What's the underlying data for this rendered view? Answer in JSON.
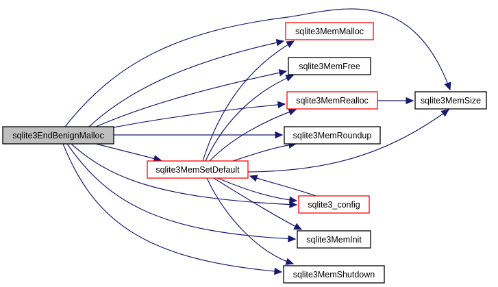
{
  "diagram": {
    "type": "call-graph",
    "colors": {
      "edge": "#191970",
      "root_fill": "#bfbfbf",
      "node_fill": "#ffffff",
      "border_default": "#000000",
      "border_truncated": "#ff0000"
    },
    "nodes": [
      {
        "id": "sqlite3EndBenignMalloc",
        "label": "sqlite3EndBenignMalloc",
        "role": "root"
      },
      {
        "id": "sqlite3MemMalloc",
        "label": "sqlite3MemMalloc",
        "role": "truncated"
      },
      {
        "id": "sqlite3MemFree",
        "label": "sqlite3MemFree",
        "role": "normal"
      },
      {
        "id": "sqlite3MemRealloc",
        "label": "sqlite3MemRealloc",
        "role": "truncated"
      },
      {
        "id": "sqlite3MemSize",
        "label": "sqlite3MemSize",
        "role": "normal"
      },
      {
        "id": "sqlite3MemRoundup",
        "label": "sqlite3MemRoundup",
        "role": "normal"
      },
      {
        "id": "sqlite3MemSetDefault",
        "label": "sqlite3MemSetDefault",
        "role": "truncated"
      },
      {
        "id": "sqlite3_config",
        "label": "sqlite3_config",
        "role": "truncated"
      },
      {
        "id": "sqlite3MemInit",
        "label": "sqlite3MemInit",
        "role": "normal"
      },
      {
        "id": "sqlite3MemShutdown",
        "label": "sqlite3MemShutdown",
        "role": "normal"
      }
    ],
    "edges": [
      {
        "from": "sqlite3EndBenignMalloc",
        "to": "sqlite3MemSize"
      },
      {
        "from": "sqlite3EndBenignMalloc",
        "to": "sqlite3MemMalloc"
      },
      {
        "from": "sqlite3EndBenignMalloc",
        "to": "sqlite3MemFree"
      },
      {
        "from": "sqlite3EndBenignMalloc",
        "to": "sqlite3MemRealloc"
      },
      {
        "from": "sqlite3EndBenignMalloc",
        "to": "sqlite3MemRoundup"
      },
      {
        "from": "sqlite3EndBenignMalloc",
        "to": "sqlite3MemSetDefault"
      },
      {
        "from": "sqlite3EndBenignMalloc",
        "to": "sqlite3_config"
      },
      {
        "from": "sqlite3EndBenignMalloc",
        "to": "sqlite3MemInit"
      },
      {
        "from": "sqlite3EndBenignMalloc",
        "to": "sqlite3MemShutdown"
      },
      {
        "from": "sqlite3MemRealloc",
        "to": "sqlite3MemSize"
      },
      {
        "from": "sqlite3MemSetDefault",
        "to": "sqlite3MemMalloc"
      },
      {
        "from": "sqlite3MemSetDefault",
        "to": "sqlite3MemFree"
      },
      {
        "from": "sqlite3MemSetDefault",
        "to": "sqlite3MemRealloc"
      },
      {
        "from": "sqlite3MemSetDefault",
        "to": "sqlite3MemRoundup"
      },
      {
        "from": "sqlite3MemSetDefault",
        "to": "sqlite3MemSize"
      },
      {
        "from": "sqlite3MemSetDefault",
        "to": "sqlite3_config"
      },
      {
        "from": "sqlite3MemSetDefault",
        "to": "sqlite3MemInit"
      },
      {
        "from": "sqlite3MemSetDefault",
        "to": "sqlite3MemShutdown"
      },
      {
        "from": "sqlite3_config",
        "to": "sqlite3MemSetDefault"
      }
    ]
  }
}
